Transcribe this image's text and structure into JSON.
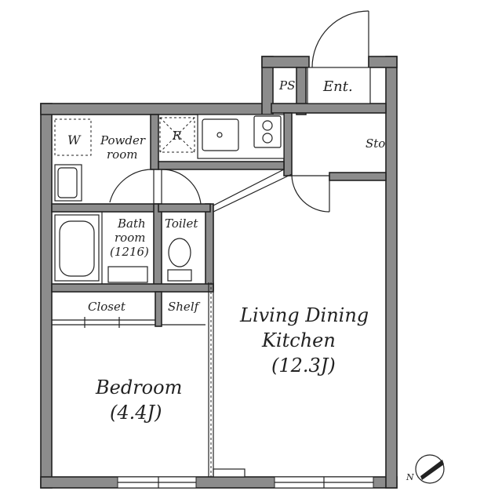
{
  "rooms": {
    "ps": "PS",
    "ent": "Ent.",
    "sto": "Sto",
    "w": "W",
    "powder_line1": "Powder",
    "powder_line2": "room",
    "r": "R",
    "bath_line1": "Bath",
    "bath_line2": "room",
    "bath_size": "(1216)",
    "toilet": "Toilet",
    "closet": "Closet",
    "shelf": "Shelf",
    "ldk_line1": "Living Dining",
    "ldk_line2": "Kitchen",
    "ldk_size": "(12.3J)",
    "bedroom_line1": "Bedroom",
    "bedroom_size": "(4.4J)"
  },
  "compass": {
    "north_letter": "N"
  }
}
